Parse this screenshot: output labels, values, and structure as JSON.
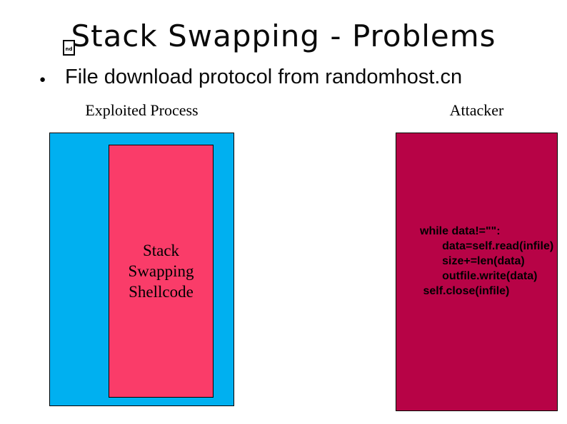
{
  "slide": {
    "title": "Stack Swapping - Problems",
    "missing_glyph_text": "nd",
    "bullet": {
      "marker": "●",
      "text": "File download protocol from randomhost.cn"
    },
    "diagram": {
      "exploited_process": {
        "label": "Exploited Process",
        "fill": "#00B0F0",
        "shellcode": {
          "text": "Stack Swapping Shellcode",
          "fill": "#FA3C69"
        }
      },
      "attacker": {
        "label": "Attacker",
        "fill": "#B70346",
        "code": "while data!=\"\":\n       data=self.read(infile)\n       size+=len(data)\n       outfile.write(data)\n self.close(infile)"
      }
    },
    "colors": {
      "border": "#000000",
      "background": "#ffffff",
      "text": "#0a0a0a"
    }
  }
}
